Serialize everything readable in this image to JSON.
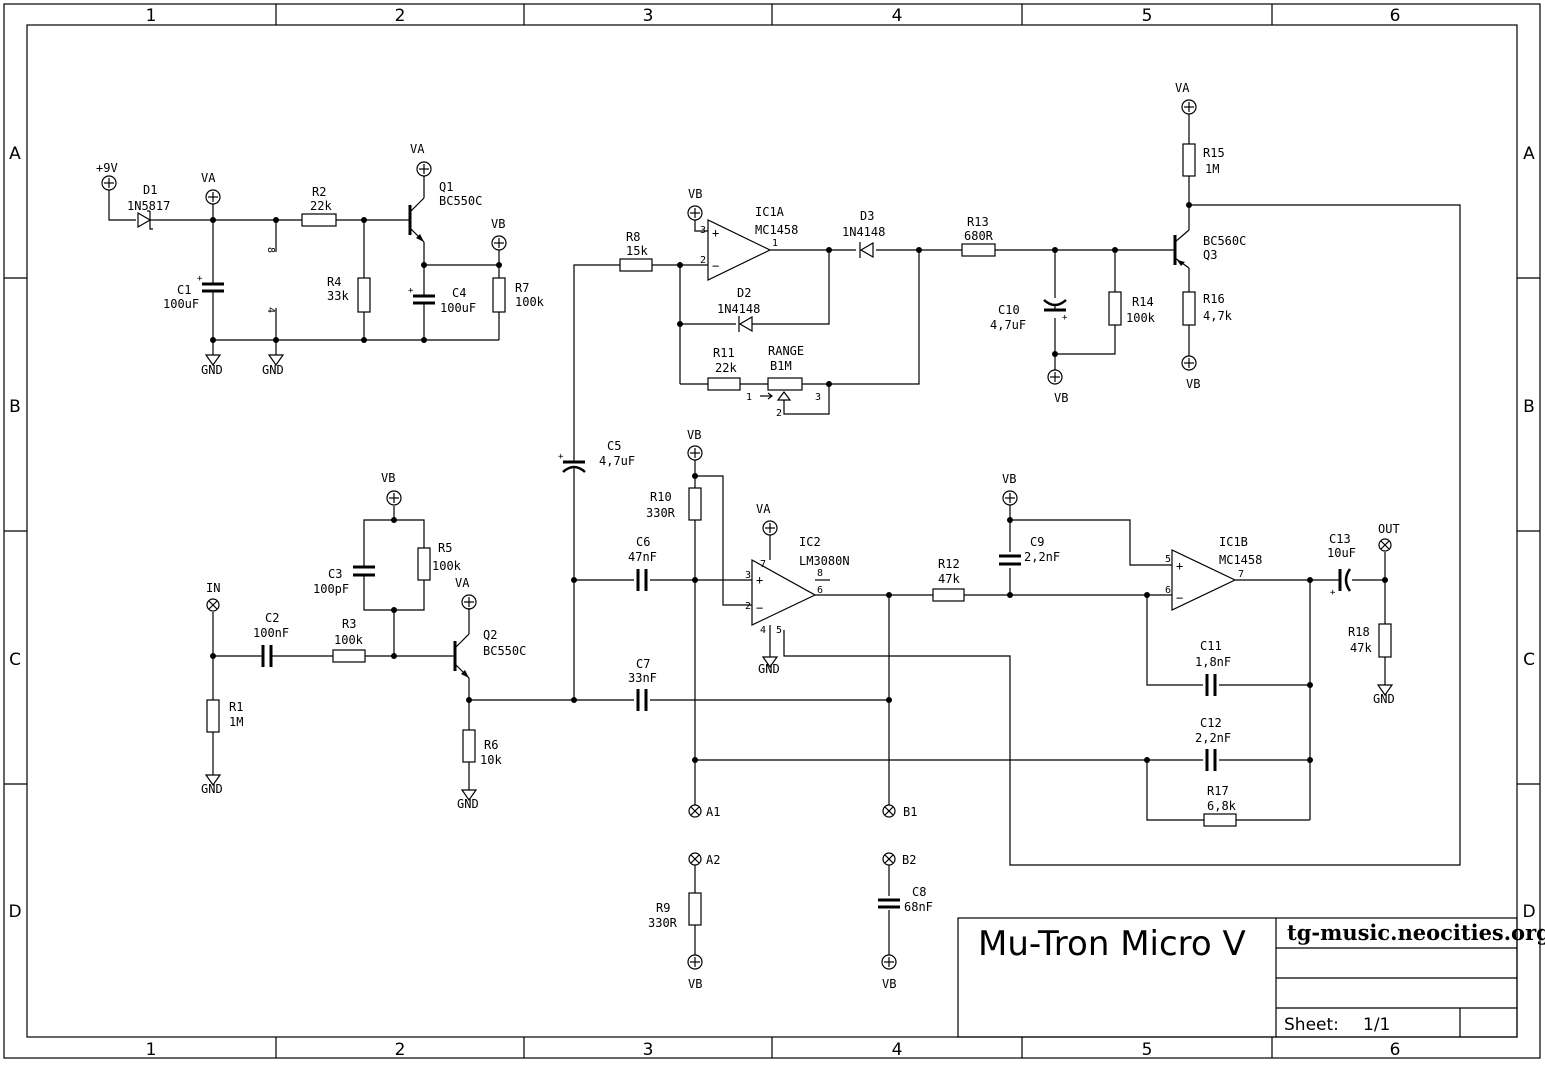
{
  "title_block": {
    "title": "Mu-Tron Micro V",
    "url": "tg-music.neocities.org",
    "sheet_label": "Sheet:",
    "sheet_value": "1/1"
  },
  "grid": {
    "columns": [
      "1",
      "2",
      "3",
      "4",
      "5",
      "6"
    ],
    "rows": [
      "A",
      "B",
      "C",
      "D"
    ]
  },
  "labels": {
    "pwr9v": "+9V",
    "d1": "D1",
    "d1v": "1N5817",
    "va1": "VA",
    "c1": "C1",
    "c1v": "100uF",
    "gnd1": "GND",
    "gnd2": "GND",
    "s8": "8",
    "s4": "4",
    "r2": "R2",
    "r2v": "22k",
    "r4": "R4",
    "r4v": "33k",
    "va2": "VA",
    "q1": "Q1",
    "q1v": "BC550C",
    "c4": "C4",
    "c4v": "100uF",
    "vb1": "VB",
    "r7": "R7",
    "r7v": "100k",
    "r8": "R8",
    "r8v": "15k",
    "vb2": "VB",
    "ic1a": "IC1A",
    "ic1av": "MC1458",
    "p3a": "3",
    "p2a": "2",
    "p1a": "1",
    "d3": "D3",
    "d3v": "1N4148",
    "d2": "D2",
    "d2v": "1N4148",
    "r11": "R11",
    "r11v": "22k",
    "range": "RANGE",
    "b1m": "B1M",
    "pt1": "1",
    "pt2": "2",
    "pt3": "3",
    "r13": "R13",
    "r13v": "680R",
    "c10": "C10",
    "c10v": "4,7uF",
    "r14": "R14",
    "r14v": "100k",
    "vb3": "VB",
    "va3": "VA",
    "r15": "R15",
    "r15v": "1M",
    "q3": "BC560C",
    "q3v": "Q3",
    "r16": "R16",
    "r16v": "4,7k",
    "vb4": "VB",
    "c5": "C5",
    "c5v": "4,7uF",
    "vb5": "VB",
    "r10": "R10",
    "r10v": "330R",
    "va4": "VA",
    "ic2": "IC2",
    "ic2v": "LM3080N",
    "p7": "7",
    "p8": "8",
    "p3b": "3",
    "p2b": "2",
    "p6b": "6",
    "p4b": "4",
    "p5b": "5",
    "gnd3": "GND",
    "c6": "C6",
    "c6v": "47nF",
    "c7": "C7",
    "c7v": "33nF",
    "r12": "R12",
    "r12v": "47k",
    "vb6": "VB",
    "c9": "C9",
    "c9v": "2,2nF",
    "ic1b": "IC1B",
    "ic1bv": "MC1458",
    "p5c": "5",
    "p6c": "6",
    "p7c": "7",
    "c13": "C13",
    "c13v": "10uF",
    "out": "OUT",
    "r18": "R18",
    "r18v": "47k",
    "gnd4": "GND",
    "c11": "C11",
    "c11v": "1,8nF",
    "c12": "C12",
    "c12v": "2,2nF",
    "r17": "R17",
    "r17v": "6,8k",
    "vb7": "VB",
    "c3": "C3",
    "c3v": "100pF",
    "r5": "R5",
    "r5v": "100k",
    "in": "IN",
    "c2": "C2",
    "c2v": "100nF",
    "r3": "R3",
    "r3v": "100k",
    "va5": "VA",
    "q2": "Q2",
    "q2v": "BC550C",
    "r1": "R1",
    "r1v": "1M",
    "gnd5": "GND",
    "r6": "R6",
    "r6v": "10k",
    "gnd6": "GND",
    "a1": "A1",
    "a2": "A2",
    "b1": "B1",
    "b2": "B2",
    "r9": "R9",
    "r9v": "330R",
    "vb8": "VB",
    "c8": "C8",
    "c8v": "68nF",
    "vb9": "VB"
  }
}
